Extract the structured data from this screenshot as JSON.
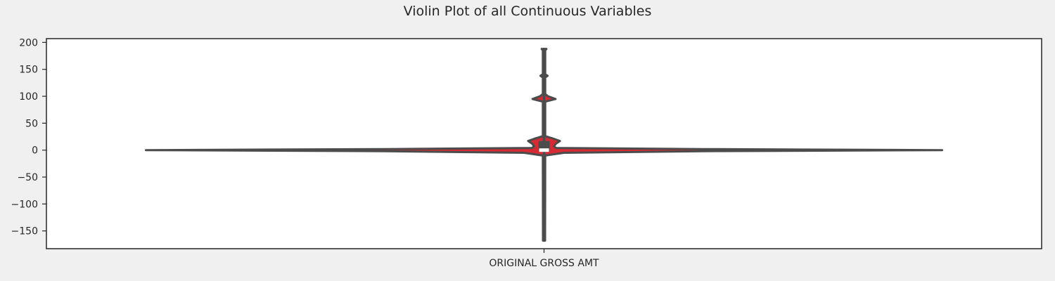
{
  "chart_data": {
    "type": "violin",
    "title": "Violin Plot of all Continuous Variables",
    "xlabel": "",
    "ylabel": "",
    "categories": [
      "ORIGINAL GROSS AMT"
    ],
    "y_ticks": [
      200,
      150,
      100,
      50,
      0,
      -50,
      -100,
      -150
    ],
    "y_tick_labels": [
      "200",
      "150",
      "100",
      "50",
      "0",
      "−50",
      "−100",
      "−150"
    ],
    "ylim": [
      -183,
      207
    ],
    "grid": false,
    "violin": {
      "min": -168,
      "max": 188,
      "q1": -2,
      "median": 0,
      "q3": 17,
      "whisker_low": -168,
      "whisker_high": 188,
      "density_profile": [
        {
          "y": -168,
          "w": 0.001
        },
        {
          "y": -10,
          "w": 0.003
        },
        {
          "y": -5,
          "w": 0.05
        },
        {
          "y": -2,
          "w": 0.4
        },
        {
          "y": 0,
          "w": 1.0
        },
        {
          "y": 2,
          "w": 0.4
        },
        {
          "y": 4,
          "w": 0.03
        },
        {
          "y": 7,
          "w": 0.025
        },
        {
          "y": 12,
          "w": 0.03
        },
        {
          "y": 17,
          "w": 0.04
        },
        {
          "y": 21,
          "w": 0.025
        },
        {
          "y": 26,
          "w": 0.003
        },
        {
          "y": 90,
          "w": 0.003
        },
        {
          "y": 95,
          "w": 0.029
        },
        {
          "y": 100,
          "w": 0.01
        },
        {
          "y": 104,
          "w": 0.003
        },
        {
          "y": 135,
          "w": 0.003
        },
        {
          "y": 138,
          "w": 0.009
        },
        {
          "y": 141,
          "w": 0.003
        },
        {
          "y": 185,
          "w": 0.003
        },
        {
          "y": 188,
          "w": 0.006
        }
      ]
    },
    "colors": {
      "violin_fill": "#d62b34",
      "outline": "#4c4c4c",
      "box": "#4c4c4c",
      "median": "#ffffff",
      "axes_bg": "#ffffff",
      "figure_bg": "#f0f0f0",
      "spine": "#262626"
    }
  }
}
